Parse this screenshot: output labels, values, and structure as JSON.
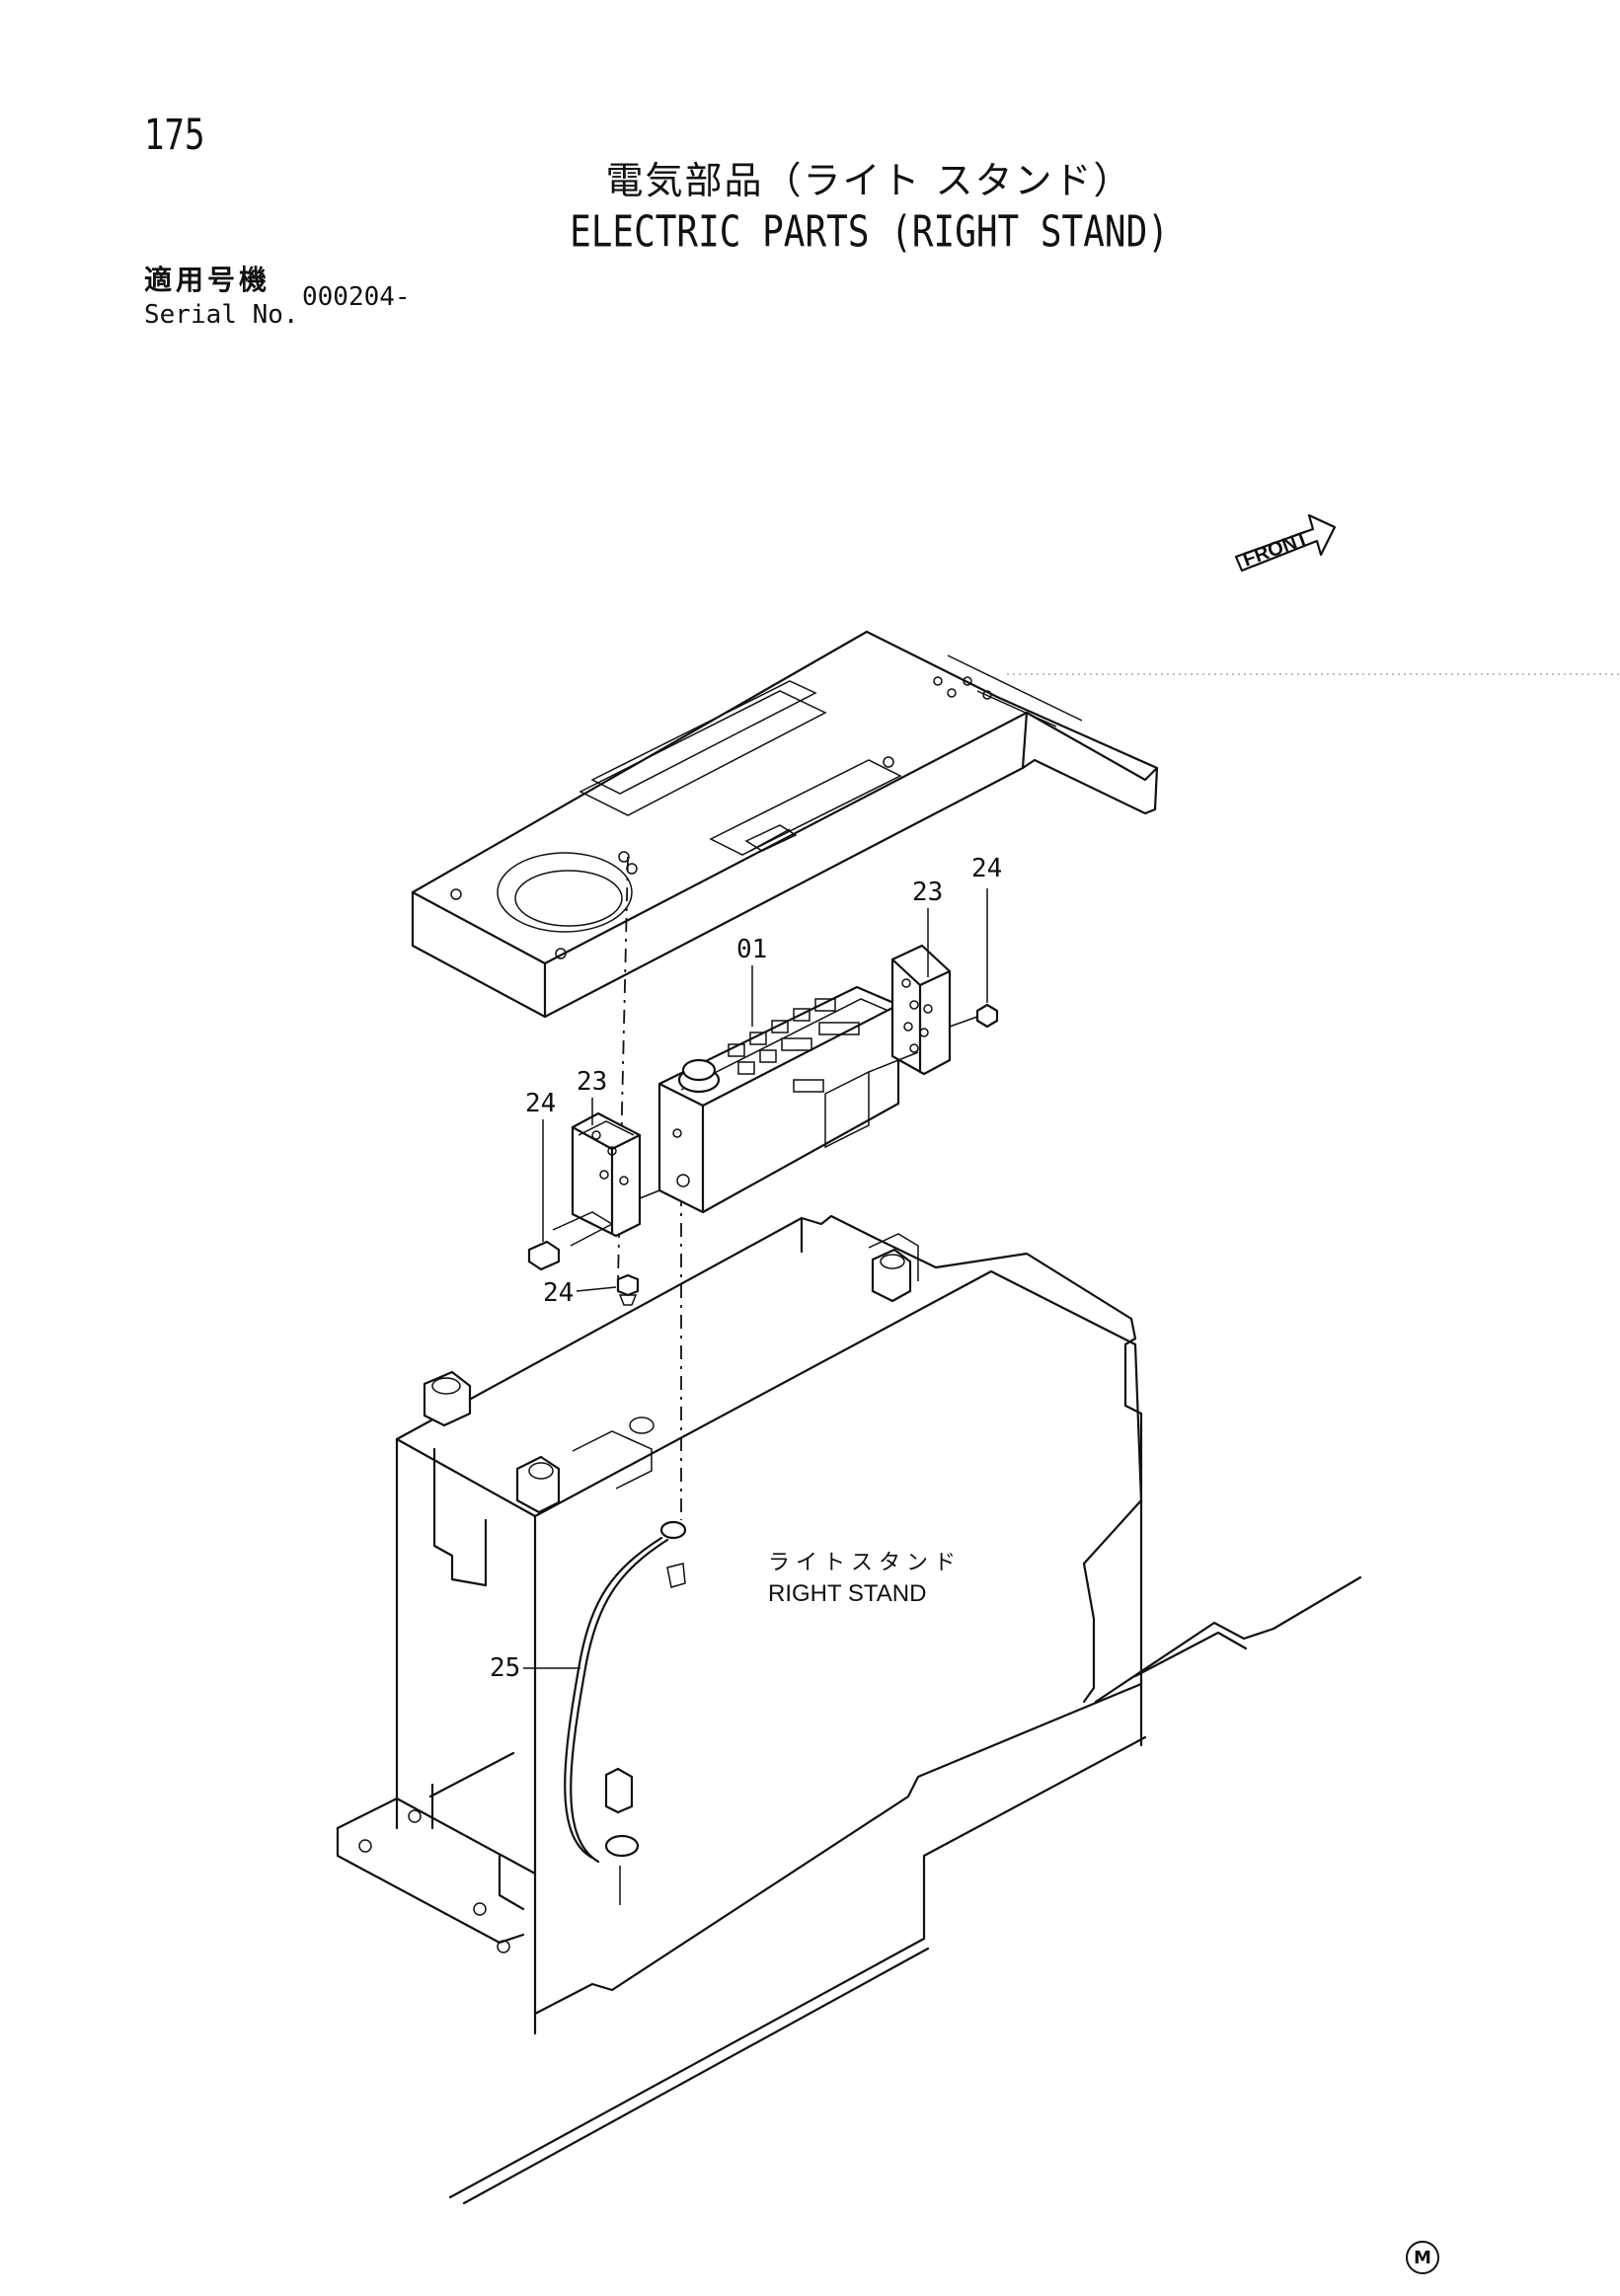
{
  "page": {
    "number": "175"
  },
  "title": {
    "jp": "電気部品（ライト スタンド）",
    "en": "ELECTRIC PARTS (RIGHT STAND)"
  },
  "serial": {
    "label_jp": "適用号機",
    "label_en": "Serial No.",
    "value": "000204-"
  },
  "diagram": {
    "front_label": "FRONT",
    "stand_label_jp": "ライトスタンド",
    "stand_label_en": "RIGHT STAND",
    "callouts": {
      "c01": "01",
      "c23_right": "23",
      "c24_right": "24",
      "c23_left": "23",
      "c24_left": "24",
      "c24_bottom": "24",
      "c25": "25"
    }
  },
  "footer": {
    "mark": "M"
  }
}
